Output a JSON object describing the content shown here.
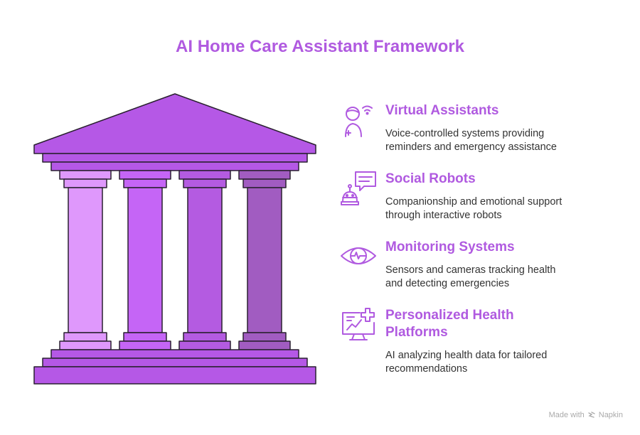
{
  "title": "AI Home Care Assistant Framework",
  "colors": {
    "title": "#b05ae0",
    "roof": "#b558e6",
    "pillar_1": "#df98fc",
    "pillar_2": "#c565f6",
    "pillar_3": "#b45be1",
    "pillar_4": "#a15cc1",
    "outline": "#2a2030",
    "text": "#333333"
  },
  "items": [
    {
      "icon": "person-wifi-icon",
      "heading": "Virtual Assistants",
      "description_line1": "Voice-controlled systems providing",
      "description_line2": "reminders and emergency assistance"
    },
    {
      "icon": "robot-chat-icon",
      "heading": "Social Robots",
      "description_line1": "Companionship and emotional support",
      "description_line2": "through interactive robots"
    },
    {
      "icon": "eye-heartbeat-icon",
      "heading": "Monitoring Systems",
      "description_line1": "Sensors and cameras tracking health",
      "description_line2": "and detecting emergencies"
    },
    {
      "icon": "chart-medical-icon",
      "heading_line1": "Personalized Health",
      "heading_line2": "Platforms",
      "description_line1": "AI analyzing health data for tailored",
      "description_line2": "recommendations"
    }
  ],
  "footer": {
    "made_with": "Made with",
    "brand": "Napkin",
    "icon": "napkin-logo-icon"
  }
}
